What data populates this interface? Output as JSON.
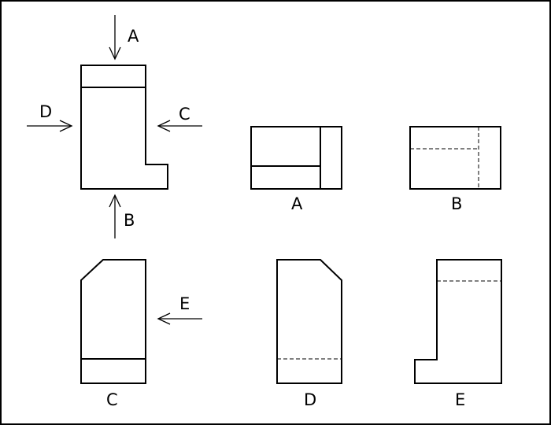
{
  "arrows": {
    "a": "A",
    "b": "B",
    "c": "C",
    "d": "D",
    "e": "E"
  },
  "views": {
    "a": "A",
    "b": "B",
    "c": "C",
    "d": "D",
    "e": "E"
  }
}
